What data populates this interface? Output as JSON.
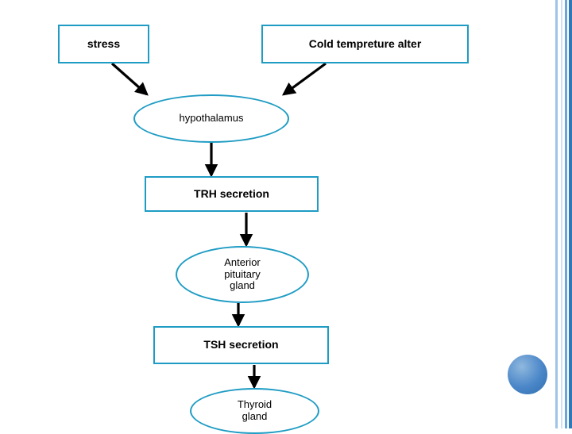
{
  "slide": {
    "background_color": "#ffffff",
    "accent_color": "#1f9cc4",
    "rail_colors": [
      "#9fc4e8",
      "#cfe0f2",
      "#6aa5da",
      "#2e79b8"
    ],
    "dot_color": "#4a86c8"
  },
  "diagram": {
    "type": "flowchart",
    "nodes": [
      {
        "id": "stress",
        "shape": "rect",
        "label": "stress",
        "bold": true,
        "font_size": 14
      },
      {
        "id": "cold",
        "shape": "rect",
        "label": "Cold tempreture alter",
        "bold": true,
        "font_size": 14
      },
      {
        "id": "hypothalamus",
        "shape": "ellipse",
        "label": "hypothalamus",
        "bold": false,
        "font_size": 13
      },
      {
        "id": "trh",
        "shape": "rect",
        "label": "TRH secretion",
        "bold": true,
        "font_size": 14
      },
      {
        "id": "anterior-pituitary",
        "shape": "ellipse",
        "label": "Anterior\npituitary\ngland",
        "bold": false,
        "font_size": 13
      },
      {
        "id": "tsh",
        "shape": "rect",
        "label": "TSH secretion",
        "bold": true,
        "font_size": 14
      },
      {
        "id": "thyroid",
        "shape": "ellipse",
        "label": "Thyroid\ngland",
        "bold": false,
        "font_size": 13
      }
    ],
    "edges": [
      {
        "from": "stress",
        "to": "hypothalamus"
      },
      {
        "from": "cold",
        "to": "hypothalamus"
      },
      {
        "from": "hypothalamus",
        "to": "trh"
      },
      {
        "from": "trh",
        "to": "anterior-pituitary"
      },
      {
        "from": "anterior-pituitary",
        "to": "tsh"
      },
      {
        "from": "tsh",
        "to": "thyroid"
      }
    ]
  }
}
